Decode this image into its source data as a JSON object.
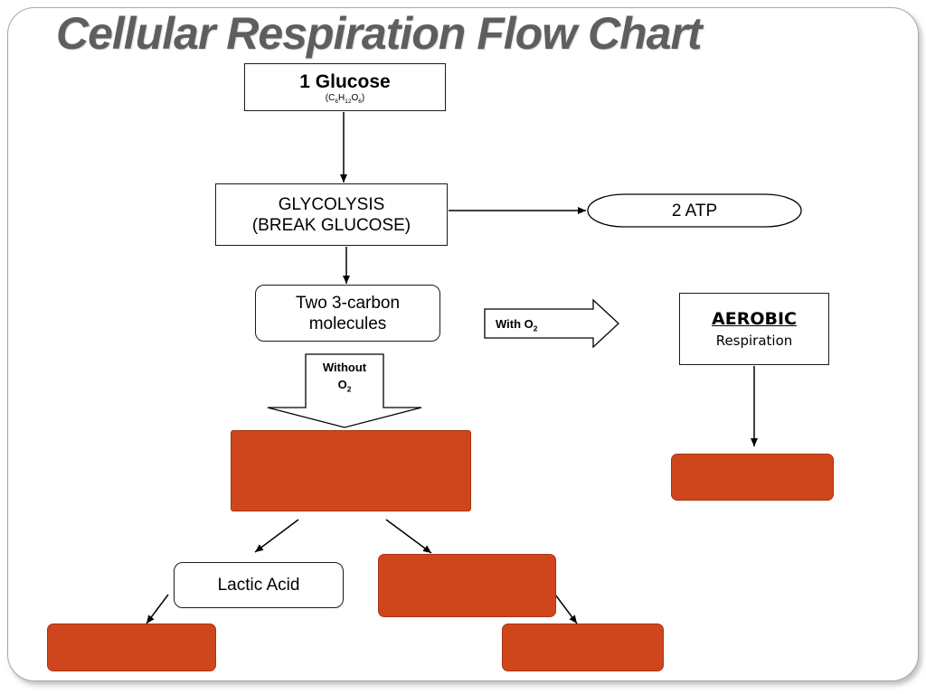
{
  "title": "Cellular Respiration Flow Chart",
  "glucose": {
    "label": "1 Glucose",
    "formula_c": "C",
    "sub_6a": "6",
    "formula_h": "H",
    "sub_12": "12",
    "formula_o": "O",
    "sub_6b": "6"
  },
  "glycolysis": {
    "line1": "GLYCOLYSIS",
    "line2": "(BREAK GLUCOSE)"
  },
  "atp": {
    "label": "2 ATP"
  },
  "three_carbon": {
    "line1": "Two 3-carbon",
    "line2": "molecules"
  },
  "with_o2": {
    "prefix": "With O",
    "sub": "2"
  },
  "without_o2": {
    "line1": "Without",
    "prefix": "O",
    "sub": "2"
  },
  "aerobic": {
    "title": "AEROBIC",
    "subtitle": "Respiration"
  },
  "lactic_acid": {
    "label": "Lactic Acid"
  },
  "colors": {
    "red_box": "#d0461c",
    "title_gray": "#5e5e5e"
  }
}
